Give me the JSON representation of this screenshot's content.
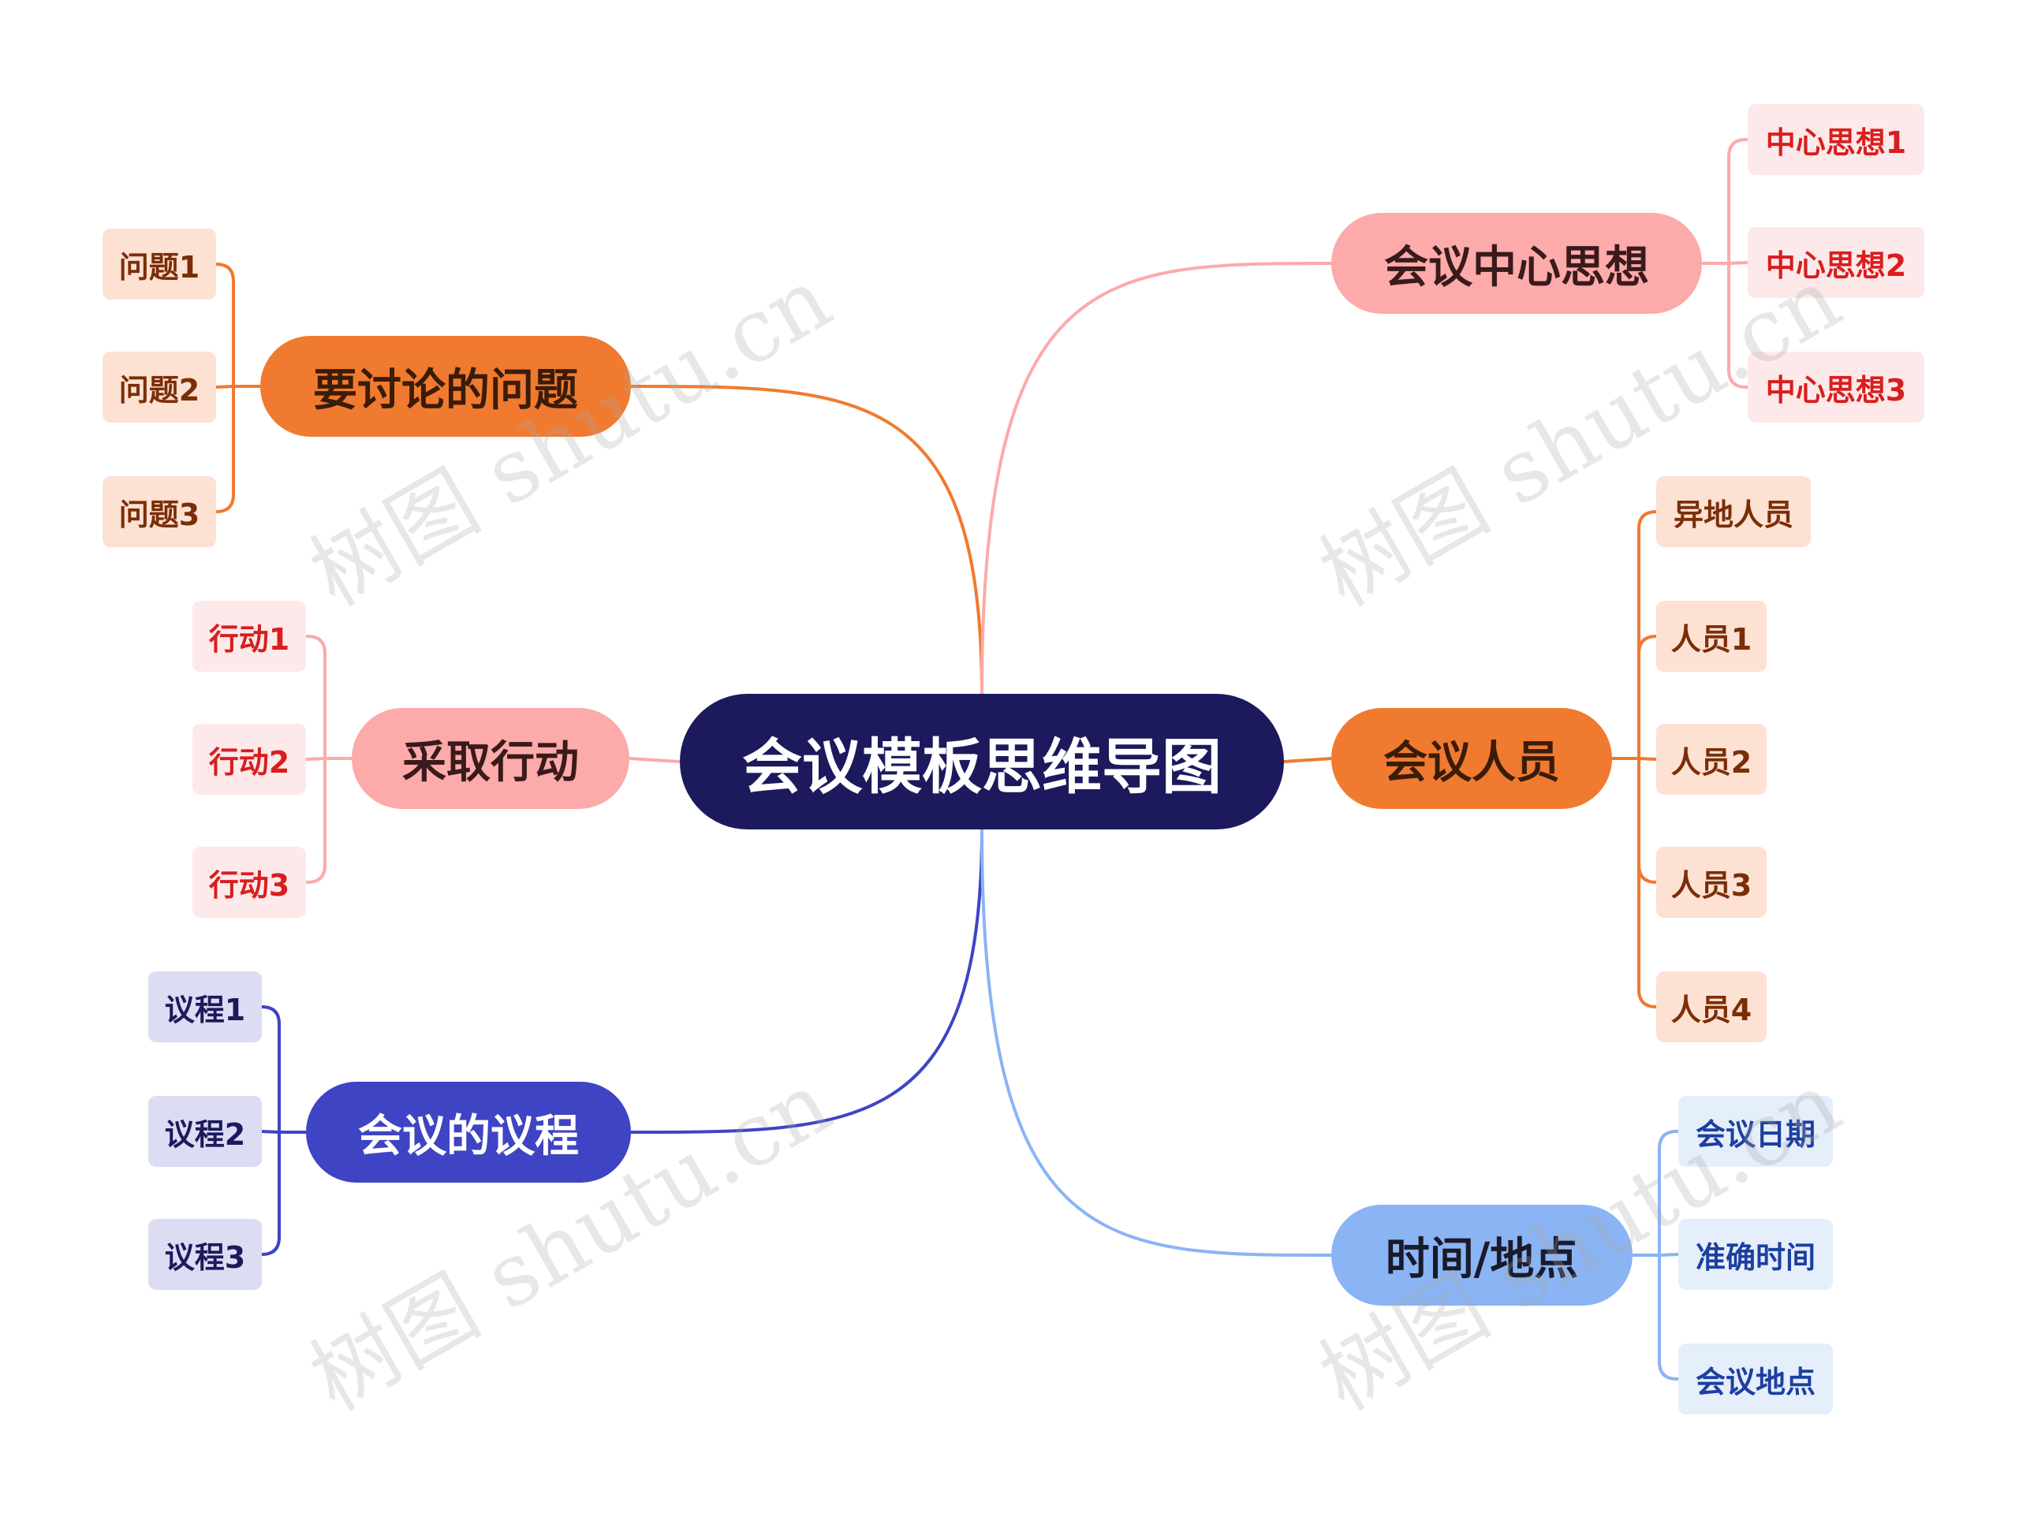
{
  "center": {
    "label": "会议模板思维导图"
  },
  "branches": {
    "questions": {
      "label": "要讨论的问题",
      "color": "#f07a30",
      "text_color": "#3a1c08",
      "leaves": [
        "问题1",
        "问题2",
        "问题3"
      ],
      "leaf_bg": "#fde1d2",
      "leaf_color": "#7a2e08"
    },
    "actions": {
      "label": "采取行动",
      "color": "#fcaaaa",
      "text_color": "#3a1a1a",
      "leaves": [
        "行动1",
        "行动2",
        "行动3"
      ],
      "leaf_bg": "#fde9e9",
      "leaf_color": "#d81e1e"
    },
    "agenda": {
      "label": "会议的议程",
      "color": "#3f44c4",
      "text_color": "#ffffff",
      "leaves": [
        "议程1",
        "议程2",
        "议程3"
      ],
      "leaf_bg": "#dcdcf3",
      "leaf_color": "#1c1a5c"
    },
    "ideas": {
      "label": "会议中心思想",
      "color": "#fcaaaa",
      "text_color": "#3a1a1a",
      "leaves": [
        "中心思想1",
        "中心思想2",
        "中心思想3"
      ],
      "leaf_bg": "#fde9e9",
      "leaf_color": "#d81e1e"
    },
    "people": {
      "label": "会议人员",
      "color": "#f07a30",
      "text_color": "#3a1c08",
      "leaves": [
        "异地人员",
        "人员1",
        "人员2",
        "人员3",
        "人员4"
      ],
      "leaf_bg": "#fde1d2",
      "leaf_color": "#7a2e08"
    },
    "timeplace": {
      "label": "时间/地点",
      "color": "#8ab4f4",
      "text_color": "#1a1a2a",
      "leaves": [
        "会议日期",
        "准确时间",
        "会议地点"
      ],
      "leaf_bg": "#e5eefb",
      "leaf_color": "#1c3fa0"
    }
  },
  "watermark": "树图 shutu.cn"
}
